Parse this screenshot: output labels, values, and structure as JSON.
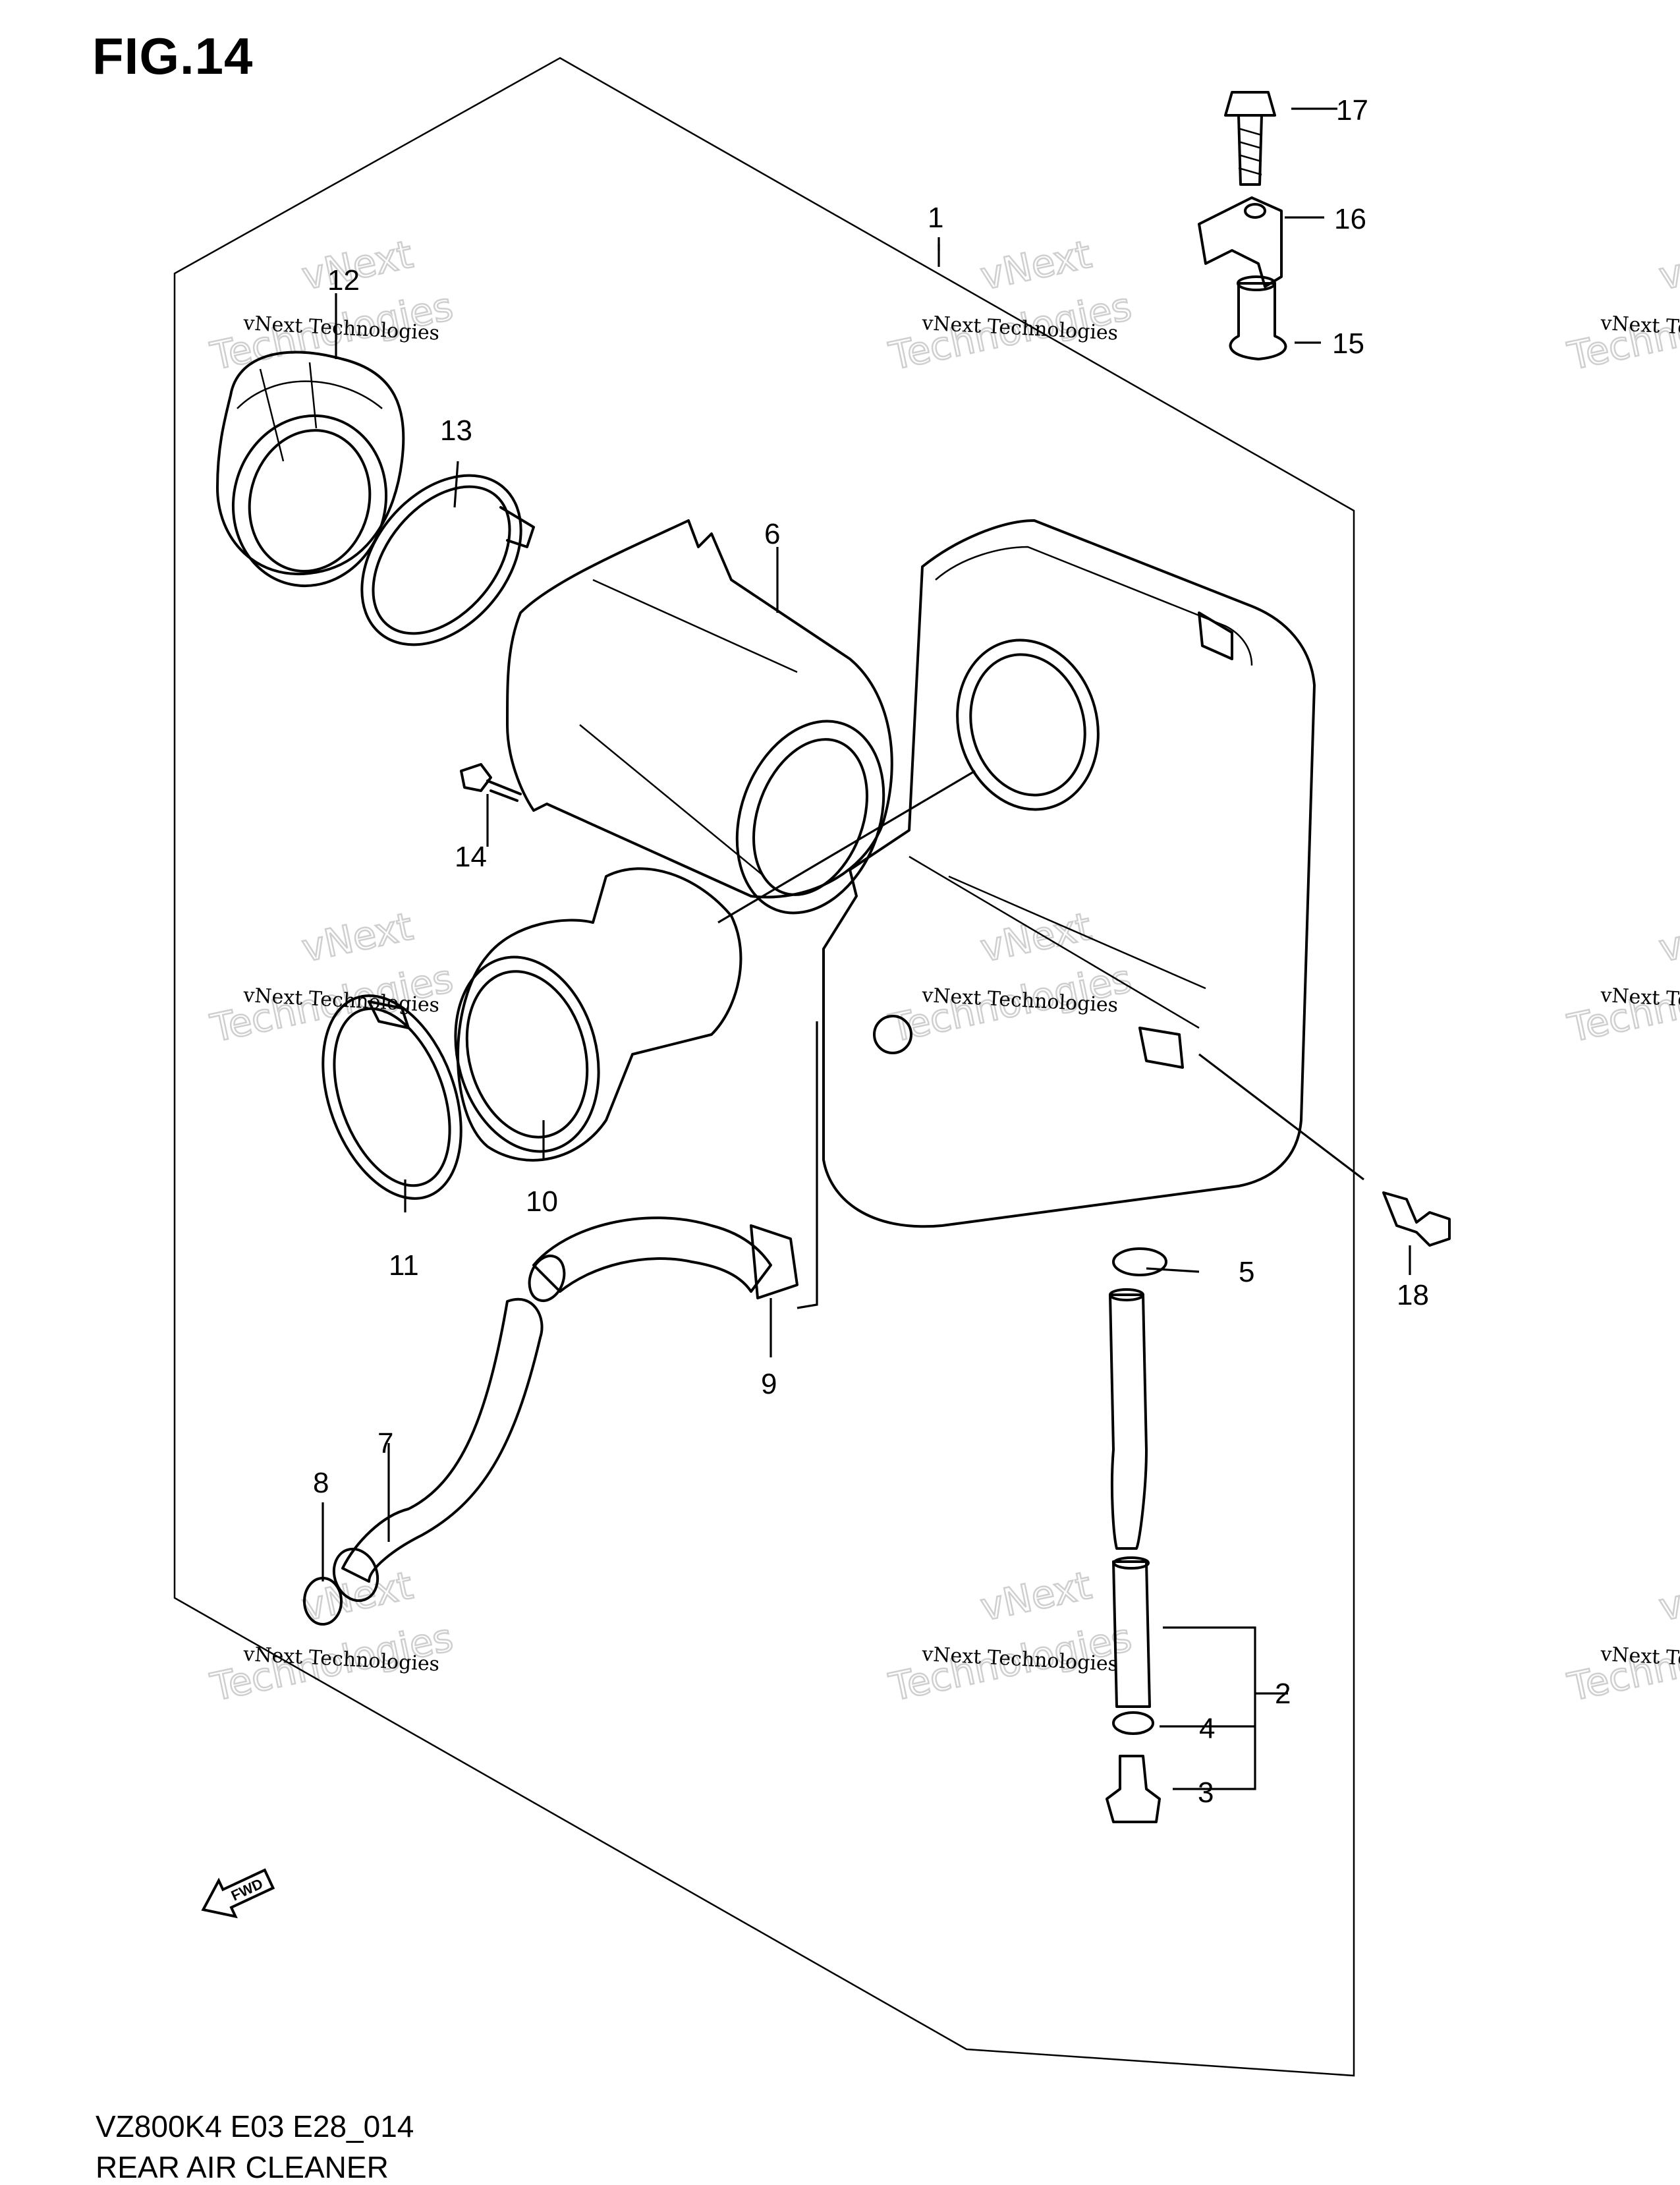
{
  "figure": {
    "title": "FIG.14",
    "model_code": "VZ800K4 E03 E28_014",
    "part_title": "REAR AIR CLEANER"
  },
  "watermark": {
    "line1": "vNext Technologies",
    "line2": "vNext",
    "line3": "Technologies"
  },
  "fwd_label": "FWD",
  "callouts": [
    "1",
    "2",
    "3",
    "4",
    "5",
    "6",
    "7",
    "8",
    "9",
    "10",
    "11",
    "12",
    "13",
    "14",
    "15",
    "16",
    "17",
    "18"
  ]
}
